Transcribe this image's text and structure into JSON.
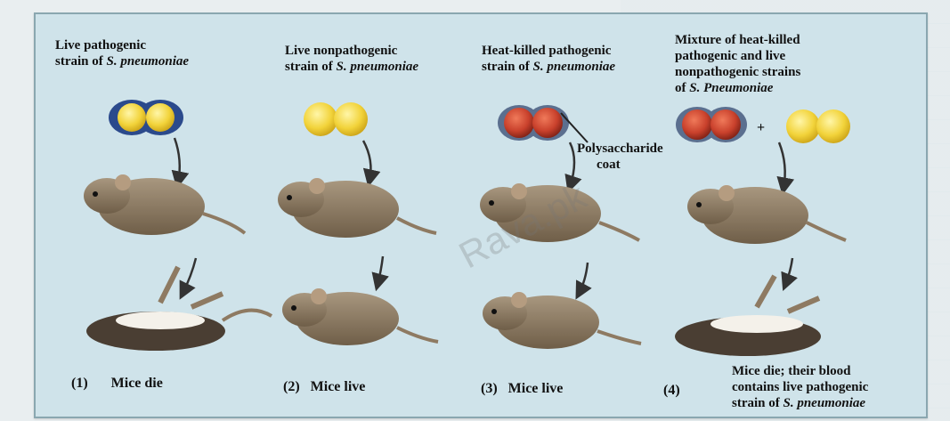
{
  "columns": [
    {
      "label_line1": "Live pathogenic",
      "label_line2_prefix": "strain of ",
      "label_line2_italic": "S. pneumoniae",
      "step_number": "(1)",
      "outcome": "Mice die"
    },
    {
      "label_line1": "Live nonpathogenic",
      "label_line2_prefix": "strain of ",
      "label_line2_italic": "S. pneumoniae",
      "step_number": "(2)",
      "outcome": "Mice live"
    },
    {
      "label_line1": "Heat-killed pathogenic",
      "label_line2_prefix": "strain of ",
      "label_line2_italic": "S. pneumoniae",
      "step_number": "(3)",
      "outcome": "Mice live"
    },
    {
      "label_line1": "Mixture of heat-killed",
      "label_line2": "pathogenic and live",
      "label_line3": "nonpathogenic strains",
      "label_line4_prefix": "of ",
      "label_line4_italic": "S. Pneumoniae",
      "step_number": "(4)",
      "outcome_line1": "Mice die; their blood",
      "outcome_line2": "contains live pathogenic",
      "outcome_line3_prefix": "strain of ",
      "outcome_line3_italic": "S. pneumoniae"
    }
  ],
  "annotations": {
    "polysaccharide_line1": "Polysaccharide",
    "polysaccharide_line2": "coat",
    "plus_sign": "+"
  },
  "watermark": "Rava.pk",
  "colors": {
    "panel_bg": "#cfe3ea",
    "capsule_blue": "#2b4a8c",
    "cell_yellow": "#f2d33a",
    "cell_red": "#c9412c",
    "mouse_brown": "#8e7a62"
  }
}
